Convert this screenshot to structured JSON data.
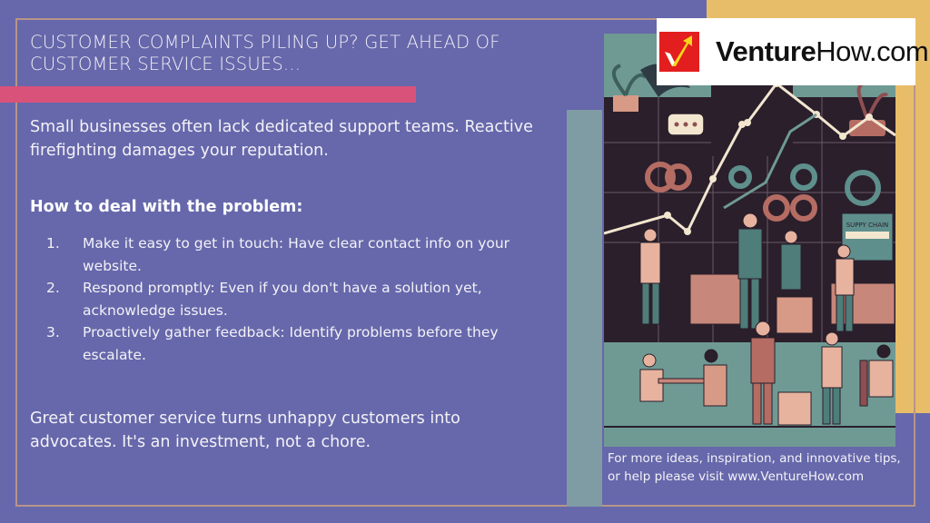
{
  "slide": {
    "title": "Customer complaints piling up? Get ahead of customer service issues...",
    "intro": "Small businesses often lack dedicated support teams. Reactive firefighting damages your reputation.",
    "subhead": "How to deal with the problem:",
    "steps": [
      {
        "num": "1.",
        "text": "Make it easy to get in touch: Have clear contact info on your website."
      },
      {
        "num": "2.",
        "text": "Respond promptly: Even if you don't have a solution yet, acknowledge issues."
      },
      {
        "num": "3.",
        "text": "Proactively gather feedback: Identify problems before they escalate."
      }
    ],
    "closing": "Great customer service turns unhappy customers into advocates. It's an investment, not a chore."
  },
  "logo": {
    "brand_bold": "Venture",
    "brand_regular": "How.com",
    "icon": "checkmark-arrow-icon"
  },
  "illustration": {
    "sign_text": "SUPPY CHAIN",
    "description": "Flat-style office scene with rising line chart, gears, and stressed employees"
  },
  "footer": {
    "note": "For more ideas, inspiration, and innovative tips, or help please visit www.VentureHow.com"
  },
  "colors": {
    "background": "#6668ab",
    "accent_orange": "#e8bd6a",
    "accent_pink": "#d9527a",
    "frame": "#b8948a",
    "teal_column": "#7f9ca4",
    "logo_red": "#e31e1e"
  }
}
